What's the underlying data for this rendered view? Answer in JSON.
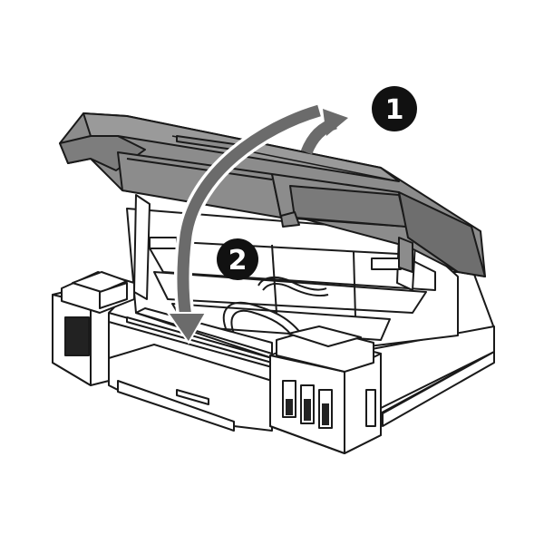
{
  "steps": [
    {
      "id": "open-scanning-unit",
      "label": "1"
    },
    {
      "id": "close-scanning-unit",
      "label": "2"
    }
  ],
  "colors": {
    "outline": "#1a1a1a",
    "body": "#ffffff",
    "lid": "#8c8c8c",
    "lid_dark": "#6e6e6e",
    "arrow": "#6b6b6b",
    "badge": "#111111",
    "ink_black": "#222222",
    "ink_light": "#bdbdbd"
  },
  "icons": {
    "step_badge": "circled-number",
    "direction_arrow": "curved-arrow"
  }
}
